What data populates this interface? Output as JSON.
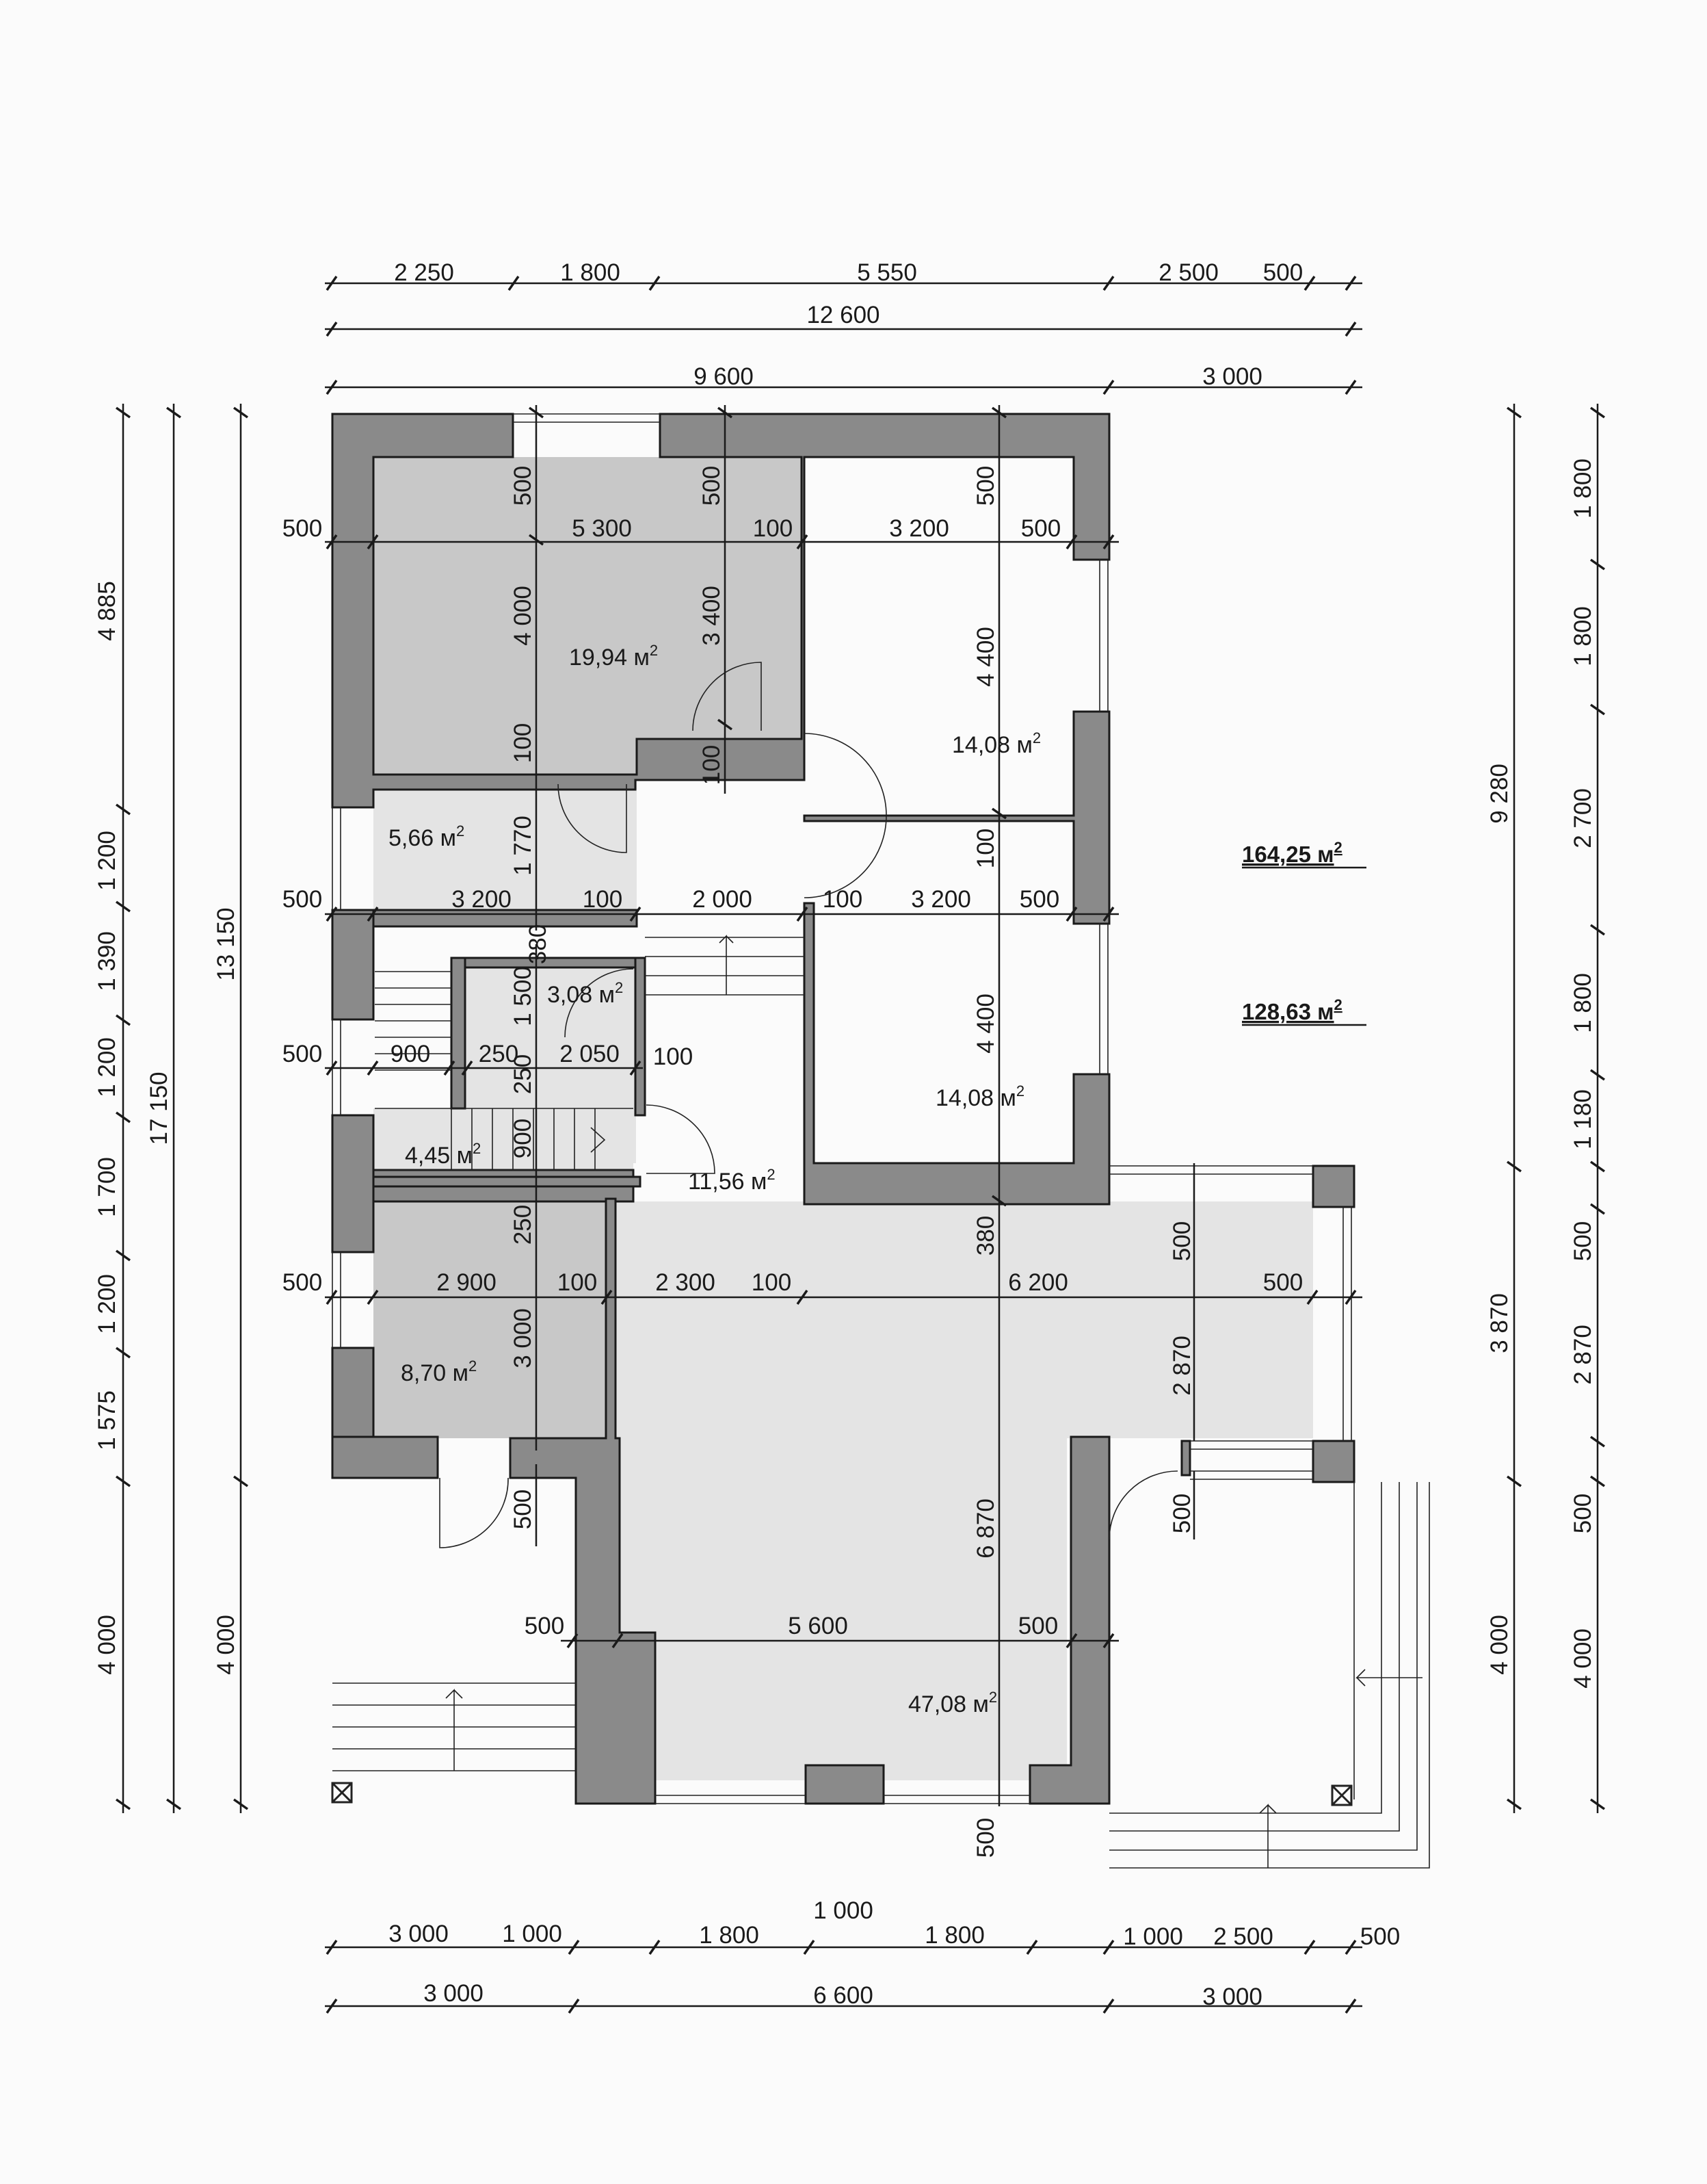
{
  "top_dims": {
    "row1": [
      "2 250",
      "1 800",
      "5 550",
      "2 500",
      "500"
    ],
    "row2": [
      "12 600"
    ],
    "row3": [
      "9 600",
      "3 000"
    ]
  },
  "bottom_dims": {
    "row1": [
      "3 000",
      "1 000",
      "1 800",
      "1 800",
      "1 000",
      "2 500",
      "500"
    ],
    "mid": "1 000",
    "row2": [
      "3 000",
      "6 600",
      "3 000"
    ]
  },
  "left_dims": {
    "outer": [
      "4 885",
      "1 200",
      "1 390",
      "1 200",
      "1 700",
      "1 200",
      "1 575",
      "4 000"
    ],
    "total": "17 150",
    "mid": [
      "13 150",
      "4 000"
    ]
  },
  "right_dims": {
    "inner": [
      "9 280",
      "3 870",
      "4 000"
    ],
    "outer": [
      "1 800",
      "1 800",
      "2 700",
      "1 800",
      "1 180",
      "500",
      "2 870",
      "500",
      "4 000"
    ]
  },
  "interior_dims": {
    "a500_l1": "500",
    "a5300": "5 300",
    "a100_1": "100",
    "a3200_1": "3 200",
    "a500_r1": "500",
    "v500_1": "500",
    "v500_2": "500",
    "v500_3": "500",
    "v4000": "4 000",
    "v3400": "3 400",
    "v4400_1": "4 400",
    "v100_1": "100",
    "v100_2": "100",
    "v100_3": "100",
    "v1770": "1 770",
    "a500_l2": "500",
    "a3200_2": "3 200",
    "a100_2": "100",
    "a2000": "2 000",
    "a100_3": "100",
    "a3200_3": "3 200",
    "a500_r2": "500",
    "v380_1": "380",
    "v1500": "1 500",
    "v4400_2": "4 400",
    "a500_l3": "500",
    "a900": "900",
    "a250": "250",
    "a2050": "2 050",
    "a100_4": "100",
    "v250_1": "250",
    "v900": "900",
    "v250_2": "250",
    "v380_2": "380",
    "a500_l4": "500",
    "a2900": "2 900",
    "a100_5": "100",
    "a2300": "2 300",
    "a100_6": "100",
    "a6200": "6 200",
    "a500_r4": "500",
    "v500_4": "500",
    "v3000": "3 000",
    "v2870": "2 870",
    "v500_5": "500",
    "v6870": "6 870",
    "v500_6": "500",
    "a500_l5": "500",
    "a5600": "5 600",
    "a500_r5": "500",
    "v500_7": "500"
  },
  "rooms": [
    {
      "name": "room-1",
      "area": "19,94 м"
    },
    {
      "name": "room-2",
      "area": "14,08 м"
    },
    {
      "name": "room-3",
      "area": "5,66 м"
    },
    {
      "name": "room-4",
      "area": "3,08 м"
    },
    {
      "name": "room-5",
      "area": "14,08 м"
    },
    {
      "name": "room-6",
      "area": "4,45 м"
    },
    {
      "name": "room-7",
      "area": "11,56 м"
    },
    {
      "name": "room-8",
      "area": "8,70 м"
    },
    {
      "name": "room-9",
      "area": "47,08 м"
    }
  ],
  "totals": {
    "total_area": "164,25 м",
    "living_area": "128,63 м"
  },
  "sup": "2"
}
